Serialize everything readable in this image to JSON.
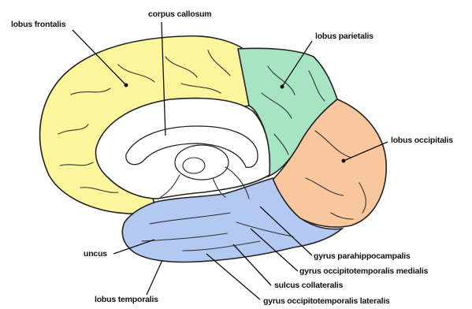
{
  "labels": {
    "lobus_frontalis": "lobus frontalis",
    "corpus_callosum": "corpus callosum",
    "lobus_parietalis": "lobus parietalis",
    "lobus_occipitalis": "lobus occipitalis",
    "uncus": "uncus",
    "gyrus_parahippocampalis": "gyrus parahippocampalis",
    "gyrus_occipitotemporalis_medialis": "gyrus occipitotemporalis medialis",
    "sulcus_collateralis": "sulcus collateralis",
    "lobus_temporalis": "lobus temporalis",
    "gyrus_occipitotemporalis_lateralis": "gyrus occipitotemporalis lateralis"
  },
  "colors": {
    "frontal": "#fbf59c",
    "parietal": "#a6e4c4",
    "occipital": "#f9c79d",
    "temporal": "#b3c9f2",
    "inner": "#ffffff",
    "outline": "#222222"
  }
}
